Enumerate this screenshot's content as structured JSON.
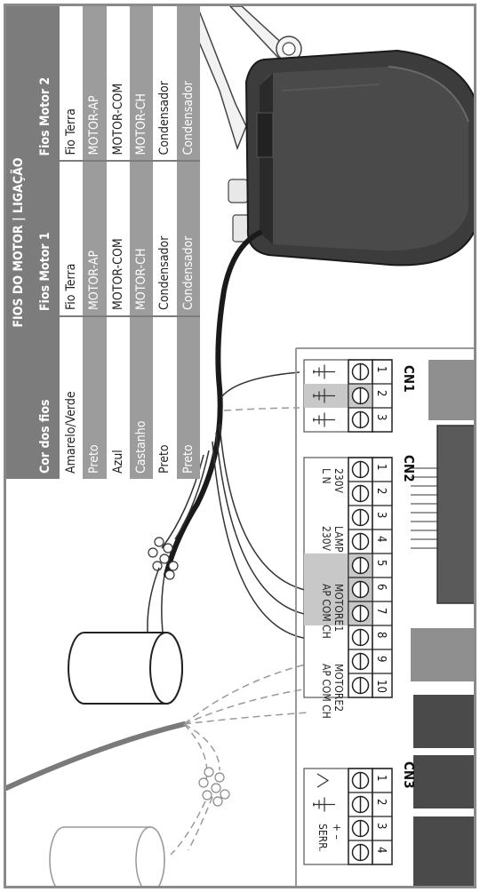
{
  "table": {
    "title": "FIOS DO MOTOR | LIGAÇÃO",
    "headers": [
      "Cor dos fios",
      "Fios Motor 1",
      "Fios Motor 2"
    ],
    "rows": [
      [
        "Amarelo/Verde",
        "Fio Terra",
        "Fio Terra"
      ],
      [
        "Preto",
        "MOTOR-AP",
        "MOTOR-AP"
      ],
      [
        "Azul",
        "MOTOR-COM",
        "MOTOR-COM"
      ],
      [
        "Castanho",
        "MOTOR-CH",
        "MOTOR-CH"
      ],
      [
        "Preto",
        "Condensador",
        "Condensador"
      ],
      [
        "Preto",
        "Condensador",
        "Condensador"
      ]
    ]
  },
  "board": {
    "cn1": {
      "name": "CN1",
      "pins": [
        "1",
        "2",
        "3"
      ]
    },
    "cn2": {
      "name": "CN2",
      "pins": [
        "1",
        "2",
        "3",
        "4",
        "5",
        "6",
        "7",
        "8",
        "9",
        "10"
      ]
    },
    "cn3": {
      "name": "CN3",
      "pins": [
        "1",
        "2",
        "3",
        "4"
      ]
    },
    "labels": {
      "v230": "230V",
      "ln": "L  N",
      "lamp": "LAMP",
      "lamp_v": "230V",
      "motore1": "MOTORE1",
      "motore2": "MOTORE2",
      "motor_pins": "AP COM CH",
      "serr_sign": "+ –",
      "serr": "SERR."
    }
  },
  "colors": {
    "frame": "#8a8a8a",
    "table_header": "#7c7c7c",
    "table_alt_row": "#9c9c9c",
    "motor_body": "#3c3c3c",
    "cable_gray": "#7a7a7a",
    "dashed_wire": "#9a9a9a",
    "highlight_terminal": "#c8c8c8"
  }
}
